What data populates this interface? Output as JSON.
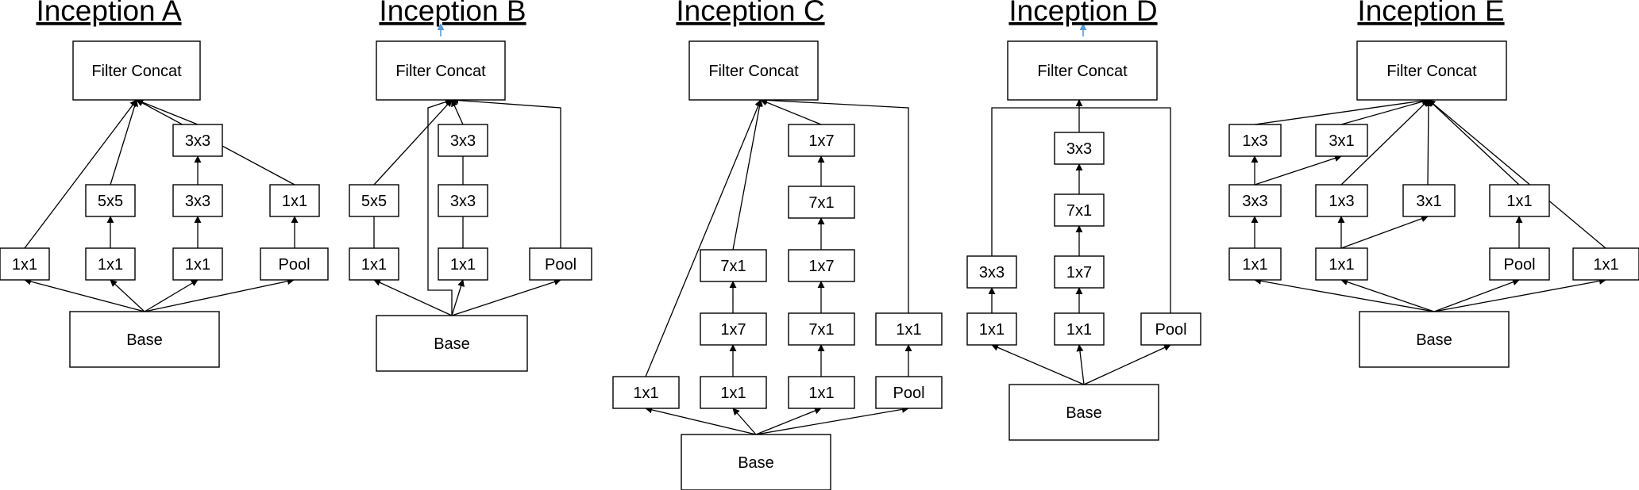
{
  "panels": [
    {
      "id": "a",
      "title": "Inception A",
      "labels": {
        "concat": "Filter Concat",
        "base": "Base",
        "b1x1": "1x1",
        "a1x1": "1x1",
        "a5x5": "5x5",
        "c1x1": "1x1",
        "c3x3a": "3x3",
        "c3x3b": "3x3",
        "pool": "Pool",
        "p1x1": "1x1"
      }
    },
    {
      "id": "b",
      "title": "Inception B",
      "labels": {
        "concat": "Filter Concat",
        "base": "Base",
        "a1x1": "1x1",
        "a5x5": "5x5",
        "c1x1": "1x1",
        "c3x3a": "3x3",
        "c3x3b": "3x3",
        "pool": "Pool"
      }
    },
    {
      "id": "c",
      "title": "Inception C",
      "labels": {
        "concat": "Filter Concat",
        "base": "Base",
        "b1x1": "1x1",
        "m1x1": "1x1",
        "m1x7": "1x7",
        "m7x1": "7x1",
        "r1x1": "1x1",
        "r7x1a": "7x1",
        "r1x7a": "1x7",
        "r7x1b": "7x1",
        "r1x7b": "1x7",
        "pool": "Pool",
        "p1x1": "1x1"
      }
    },
    {
      "id": "d",
      "title": "Inception D",
      "labels": {
        "concat": "Filter Concat",
        "base": "Base",
        "l1x1": "1x1",
        "l3x3": "3x3",
        "m1x1": "1x1",
        "m1x7": "1x7",
        "m7x1": "7x1",
        "m3x3": "3x3",
        "pool": "Pool"
      }
    },
    {
      "id": "e",
      "title": "Inception E",
      "labels": {
        "concat": "Filter Concat",
        "base": "Base",
        "a1x1": "1x1",
        "a3x3": "3x3",
        "a1x3": "1x3",
        "a3x1": "3x1",
        "b1x1": "1x1",
        "b1x3": "1x3",
        "b3x1": "3x1",
        "pool": "Pool",
        "p1x1": "1x1",
        "r1x1": "1x1"
      }
    }
  ],
  "colors": {
    "box_stroke": "#000000",
    "edge": "#000000",
    "output_arrow": "#5b9bd5"
  }
}
